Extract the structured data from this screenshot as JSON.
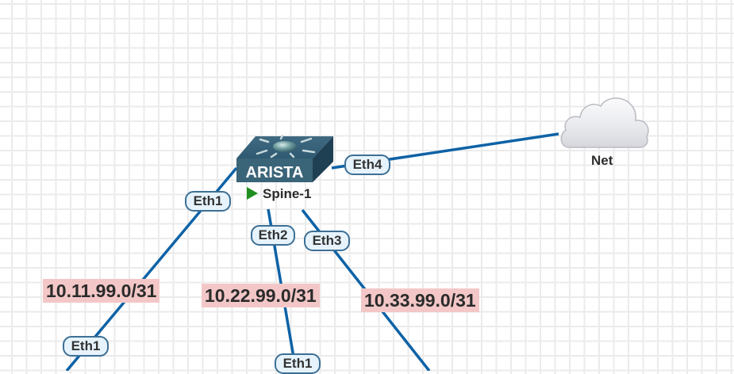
{
  "diagram": {
    "nodes": [
      {
        "id": "spine-1",
        "type": "switch",
        "brand": "ARISTA",
        "label": "Spine-1",
        "status": "running"
      },
      {
        "id": "net",
        "type": "cloud",
        "label": "Net"
      }
    ],
    "links": [
      {
        "from": "spine-1",
        "port": "Eth1",
        "remote_port": "Eth1",
        "subnet": "10.11.99.0/31"
      },
      {
        "from": "spine-1",
        "port": "Eth2",
        "remote_port": "Eth1",
        "subnet": "10.22.99.0/31"
      },
      {
        "from": "spine-1",
        "port": "Eth3",
        "remote_port": "",
        "subnet": "10.33.99.0/31"
      },
      {
        "from": "spine-1",
        "port": "Eth4",
        "to": "net"
      }
    ],
    "colors": {
      "link": "#0d62a6",
      "port_border": "#3d6f95",
      "port_fill": "#e6f3fd",
      "subnet_fill": "#f3c7c7",
      "run_indicator": "#1f8f1f"
    }
  },
  "labels": {
    "spine": "Spine-1",
    "arista": "ARISTA",
    "net": "Net",
    "eth1_spine": "Eth1",
    "eth2_spine": "Eth2",
    "eth3_spine": "Eth3",
    "eth4_spine": "Eth4",
    "eth1_leaf1": "Eth1",
    "eth1_leaf2": "Eth1",
    "subnet1": "10.11.99.0/31",
    "subnet2": "10.22.99.0/31",
    "subnet3": "10.33.99.0/31"
  }
}
